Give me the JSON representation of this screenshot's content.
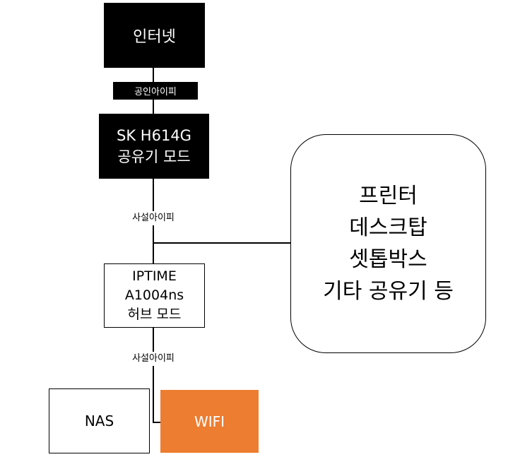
{
  "nodes": {
    "internet": "인터넷",
    "public_ip": "공인아이피",
    "sk_router": [
      "SK H614G",
      "공유기 모드"
    ],
    "private_ip_1": "사설아이피",
    "iptime": [
      "IPTIME",
      "A1004ns",
      "허브 모드"
    ],
    "private_ip_2": "사설아이피",
    "nas": "NAS",
    "wifi": "WIFI",
    "devices": [
      "프린터",
      "데스크탑",
      "셋톱박스",
      "기타 공유기 등"
    ]
  },
  "colors": {
    "dark": "#000000",
    "wifi": "#ed7d31",
    "line": "#000000"
  }
}
